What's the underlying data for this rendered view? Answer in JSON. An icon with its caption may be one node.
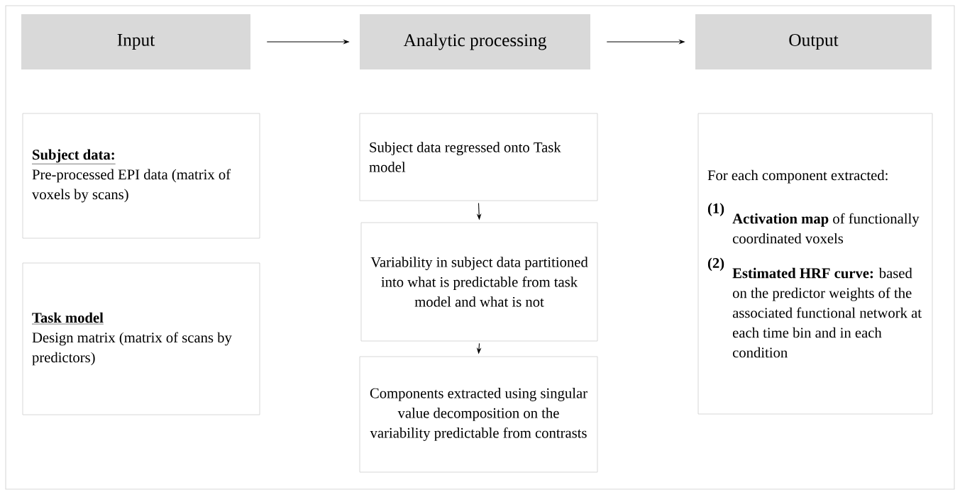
{
  "diagram": {
    "nodes": [
      {
        "text": [
          "Input"
        ]
      },
      {
        "text": [
          "Analytic processing"
        ]
      },
      {
        "text": [
          "Output"
        ]
      },
      {
        "text": [
          "Subject data:",
          "Pre-processed EPI data (matrix of voxels by scans)"
        ]
      },
      {
        "text": [
          "Task model",
          "Design matrix (matrix of scans by predictors)"
        ]
      },
      {
        "text": [
          "Subject data regressed onto Task model"
        ]
      },
      {
        "text": [
          "Variability in subject data partitioned into what is predictable from task model and what is not"
        ]
      },
      {
        "text": [
          "Components extracted using singular value decomposition on the variability predictable from contrasts"
        ]
      },
      {
        "text": [
          "For each component extracted:",
          "(1)",
          "**Activation map** of functionally coordinated voxels",
          "(2)",
          "**Estimated HRF curve:** based on the predictor weights of the associated functional network at each time bin and in each condition"
        ]
      }
    ],
    "edges": [
      {
        "from": 0,
        "to": 1,
        "arrow": "to"
      },
      {
        "from": 1,
        "to": 2,
        "arrow": "to"
      },
      {
        "from": 5,
        "to": 6,
        "arrow": "to"
      },
      {
        "from": 6,
        "to": 7,
        "arrow": "to"
      }
    ]
  }
}
